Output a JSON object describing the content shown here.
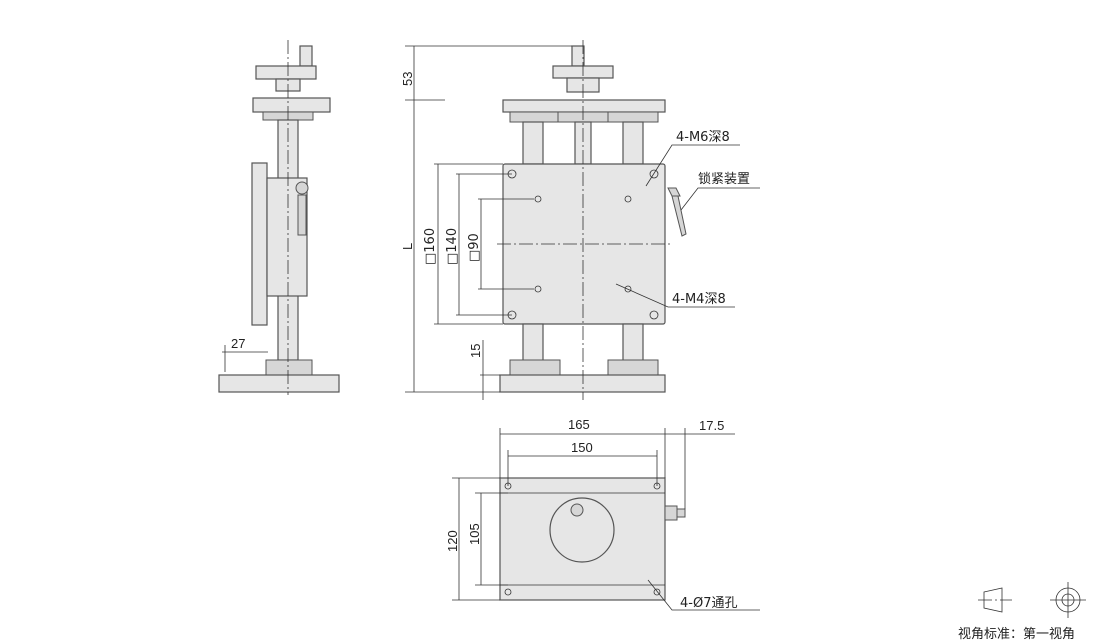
{
  "dimensions": {
    "height_top": "53",
    "length": "L",
    "sq160": "□160",
    "sq140": "□140",
    "sq90": "□90",
    "base_thickness": "15",
    "side_offset": "27",
    "width_165": "165",
    "width_150": "150",
    "lever_17_5": "17.5",
    "depth_120": "120",
    "depth_105": "105"
  },
  "callouts": {
    "m6": "4-M6深8",
    "lock": "锁紧装置",
    "m4": "4-M4深8",
    "holes": "4-Ø7通孔"
  },
  "projection": {
    "label": "视角标准：第一视角"
  }
}
